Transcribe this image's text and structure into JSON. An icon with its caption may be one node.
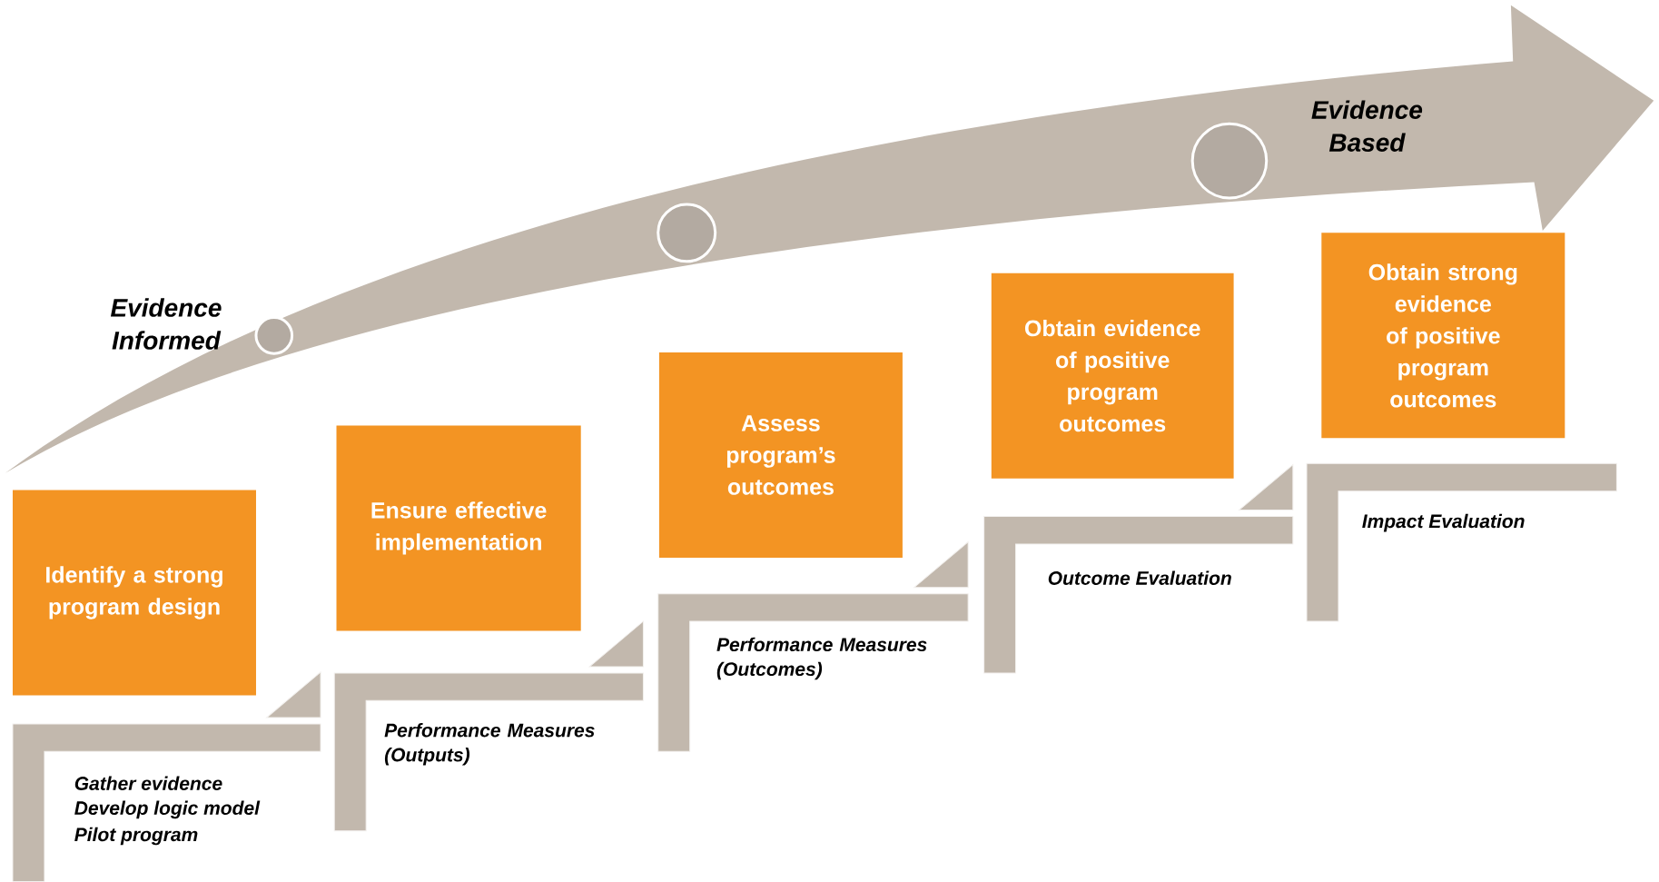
{
  "diagram": {
    "nodes": [
      {
        "text": [
          "Identify a strong program design"
        ]
      },
      {
        "text": [
          "Ensure effective implementation"
        ]
      },
      {
        "text": [
          "Assess program’s outcomes"
        ]
      },
      {
        "text": [
          "Obtain evidence of positive program outcomes"
        ]
      },
      {
        "text": [
          "Obtain strong evidence of positive program outcomes"
        ]
      }
    ],
    "labels": [
      "Evidence Based",
      "Evidence Informed",
      "Gather evidence",
      "Develop logic model",
      "Pilot program",
      "Performance Measures (Outputs)",
      "Performance Measures (Outcomes)",
      "Outcome Evaluation",
      "Impact Evaluation"
    ]
  }
}
